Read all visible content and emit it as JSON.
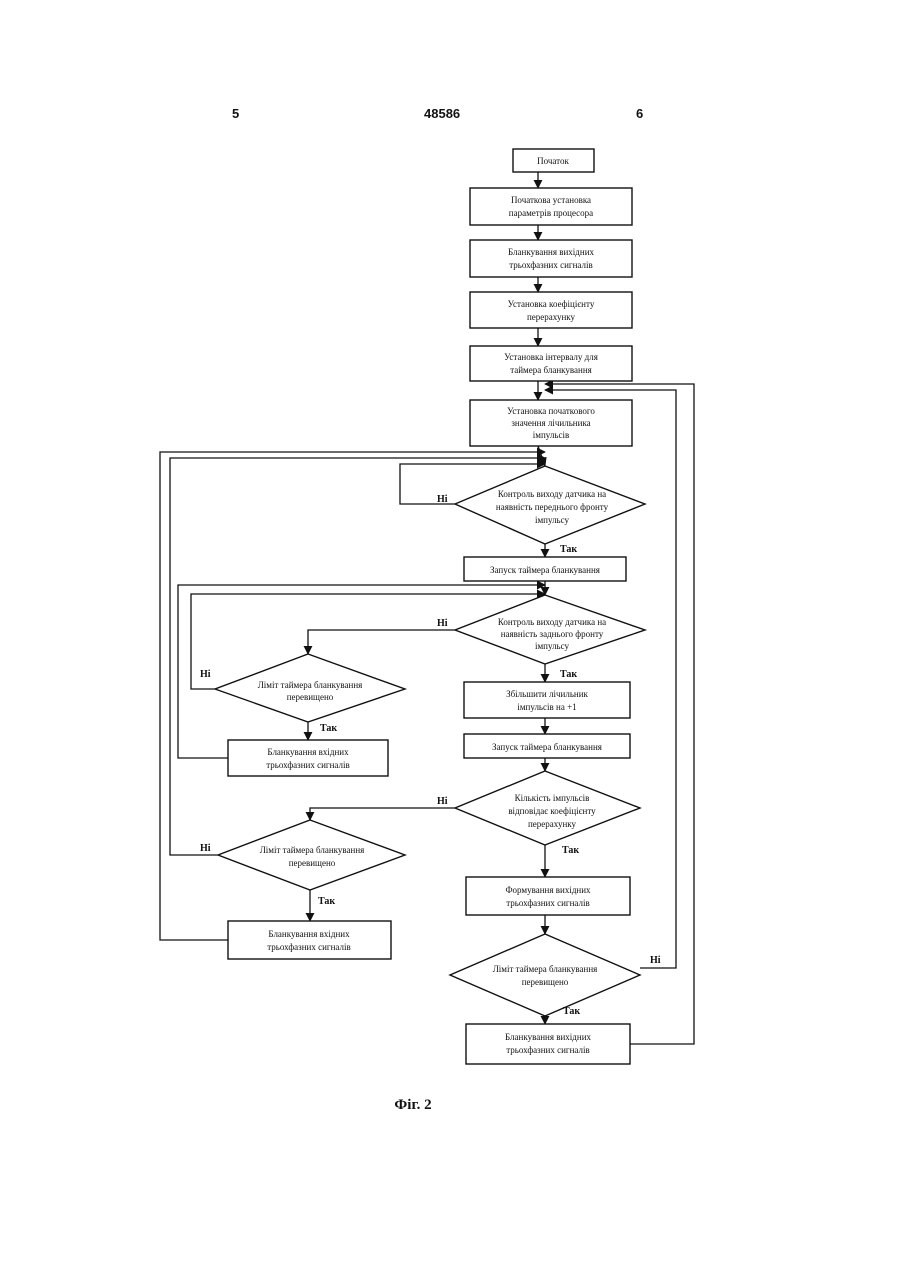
{
  "page": {
    "left_number": "5",
    "doc_number": "48586",
    "right_number": "6",
    "caption": "Фіг. 2"
  },
  "nodes": {
    "start": [
      "Початок"
    ],
    "init_params": [
      "Початкова установка",
      "параметрів процесора"
    ],
    "blank_out_1": [
      "Бланкування вихідних",
      "трьохфазних сигналів"
    ],
    "set_coef": [
      "Установка коефіцієнту",
      "перерахунку"
    ],
    "set_interval": [
      "Установка інтервалу для",
      "таймера бланкування"
    ],
    "set_counter": [
      "Установка початкового",
      "значення лічильника",
      "імпульсів"
    ],
    "check_front": [
      "Контроль виходу датчика на",
      "наявність переднього фронту",
      "імпульсу"
    ],
    "start_timer_1": [
      "Запуск таймера бланкування"
    ],
    "check_back": [
      "Контроль виходу датчика на",
      "наявність заднього фронту",
      "імпульсу"
    ],
    "limit_1": [
      "Ліміт таймера бланкування",
      "перевищено"
    ],
    "blank_in_1": [
      "Бланкування вхідних",
      "трьохфазних сигналів"
    ],
    "inc_counter": [
      "Збільшити лічильник",
      "імпульсів на +1"
    ],
    "start_timer_2": [
      "Запуск таймера бланкування"
    ],
    "count_check": [
      "Кількість імпульсів",
      "відповідає коефіцієнту",
      "перерахунку"
    ],
    "limit_2": [
      "Ліміт таймера бланкування",
      "перевищено"
    ],
    "blank_in_2": [
      "Бланкування вхідних",
      "трьохфазних сигналів"
    ],
    "form_out": [
      "Формування вихідних",
      "трьохфазних сигналів"
    ],
    "limit_3": [
      "Ліміт таймера бланкування",
      "перевищено"
    ],
    "blank_out_2": [
      "Бланкування вихідних",
      "трьохфазних сигналів"
    ]
  },
  "labels": {
    "yes": "Так",
    "no": "Ні"
  }
}
